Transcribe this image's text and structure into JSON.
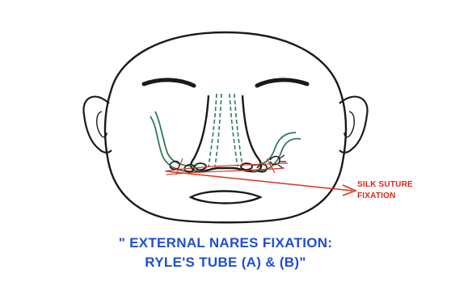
{
  "annotation": {
    "line1": "SILK SUTURE",
    "line2": "FIXATION"
  },
  "caption": {
    "line1": "\" EXTERNAL NARES FIXATION:",
    "line2": "RYLE'S TUBE (A) & (B)\""
  },
  "colors": {
    "outline": "#1a1a1a",
    "tube": "#2e7a55",
    "suture": "#d9331f",
    "annotation_text": "#e0241b",
    "caption_text": "#1f4fd6"
  }
}
